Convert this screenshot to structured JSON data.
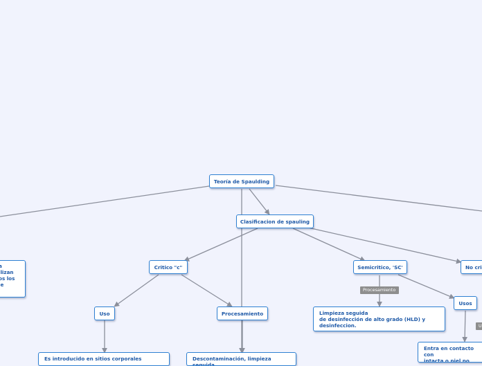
{
  "nodes": {
    "root": "Teoría de Spaulding",
    "clasificacion": "Clasificacion de spauling",
    "critico": "Critico \"c\"",
    "semicritico": "Semicritico, 'SC'",
    "no_critico": "No cri",
    "uso": "Uso",
    "procesamiento": "Procesamiento",
    "usos": "Usos",
    "limpieza_hld": "Limpieza seguida\nde desinfección de alto grado (HLD) y\ndesinfeccion.",
    "left_partial": "a\nilizan\nos los\nle",
    "critico_uso_desc": "Es introducido en sitios corporales",
    "descontaminacion": "Descontaminación, limpieza seguida",
    "entra_contacto": "Entra en contacto con\nintacta o piel no integ"
  },
  "labels": {
    "procesamiento_tag": "Procesamiento",
    "right_tag": "U"
  },
  "colors": {
    "background": "#f1f3fd",
    "node_border": "#2e80d2",
    "node_text": "#1f5aa8",
    "connector": "#8b8f9b",
    "tag_background": "#8e8e8e"
  }
}
